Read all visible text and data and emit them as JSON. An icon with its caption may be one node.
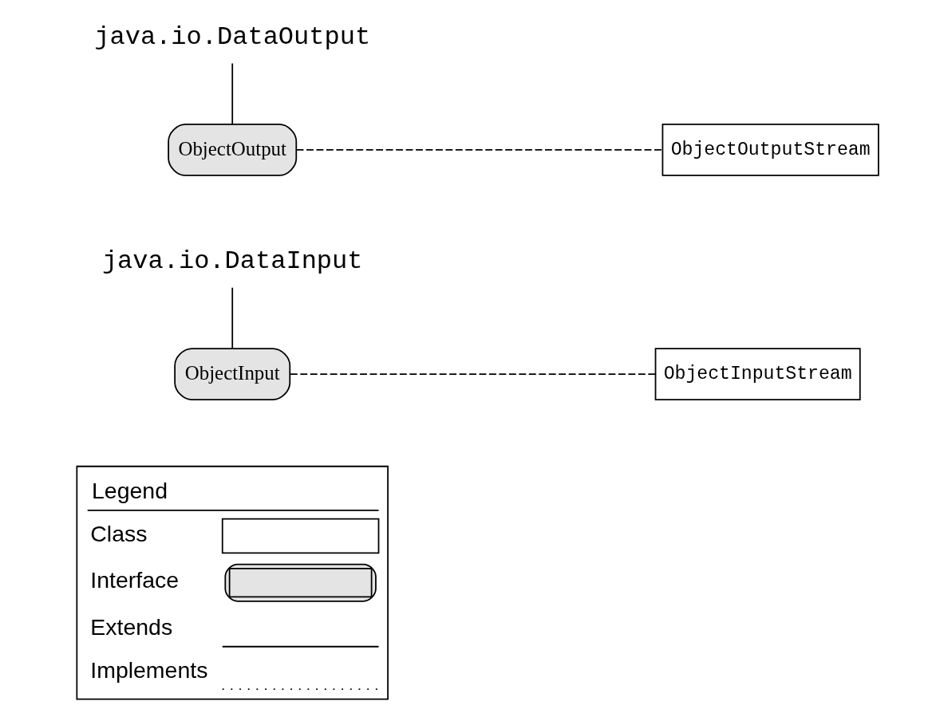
{
  "diagram": {
    "nodes": [
      {
        "text": [
          "java.io.DataOutput"
        ]
      },
      {
        "text": [
          "ObjectOutput"
        ]
      },
      {
        "text": [
          "ObjectOutputStream"
        ]
      },
      {
        "text": [
          "java.io.DataInput"
        ]
      },
      {
        "text": [
          "ObjectInput"
        ]
      },
      {
        "text": [
          "ObjectInputStream"
        ]
      }
    ],
    "edges": [
      {
        "from": 0,
        "to": 1,
        "arrow": "none"
      },
      {
        "from": 1,
        "to": 2,
        "arrow": "none",
        "style": "dashed"
      },
      {
        "from": 3,
        "to": 4,
        "arrow": "none"
      },
      {
        "from": 4,
        "to": 5,
        "arrow": "none",
        "style": "dashed"
      }
    ],
    "labels": [
      "Legend"
    ],
    "legend": [
      {
        "text": "Class"
      },
      {
        "text": "Interface"
      },
      {
        "text": "Extends"
      },
      {
        "text": "Implements"
      }
    ]
  }
}
